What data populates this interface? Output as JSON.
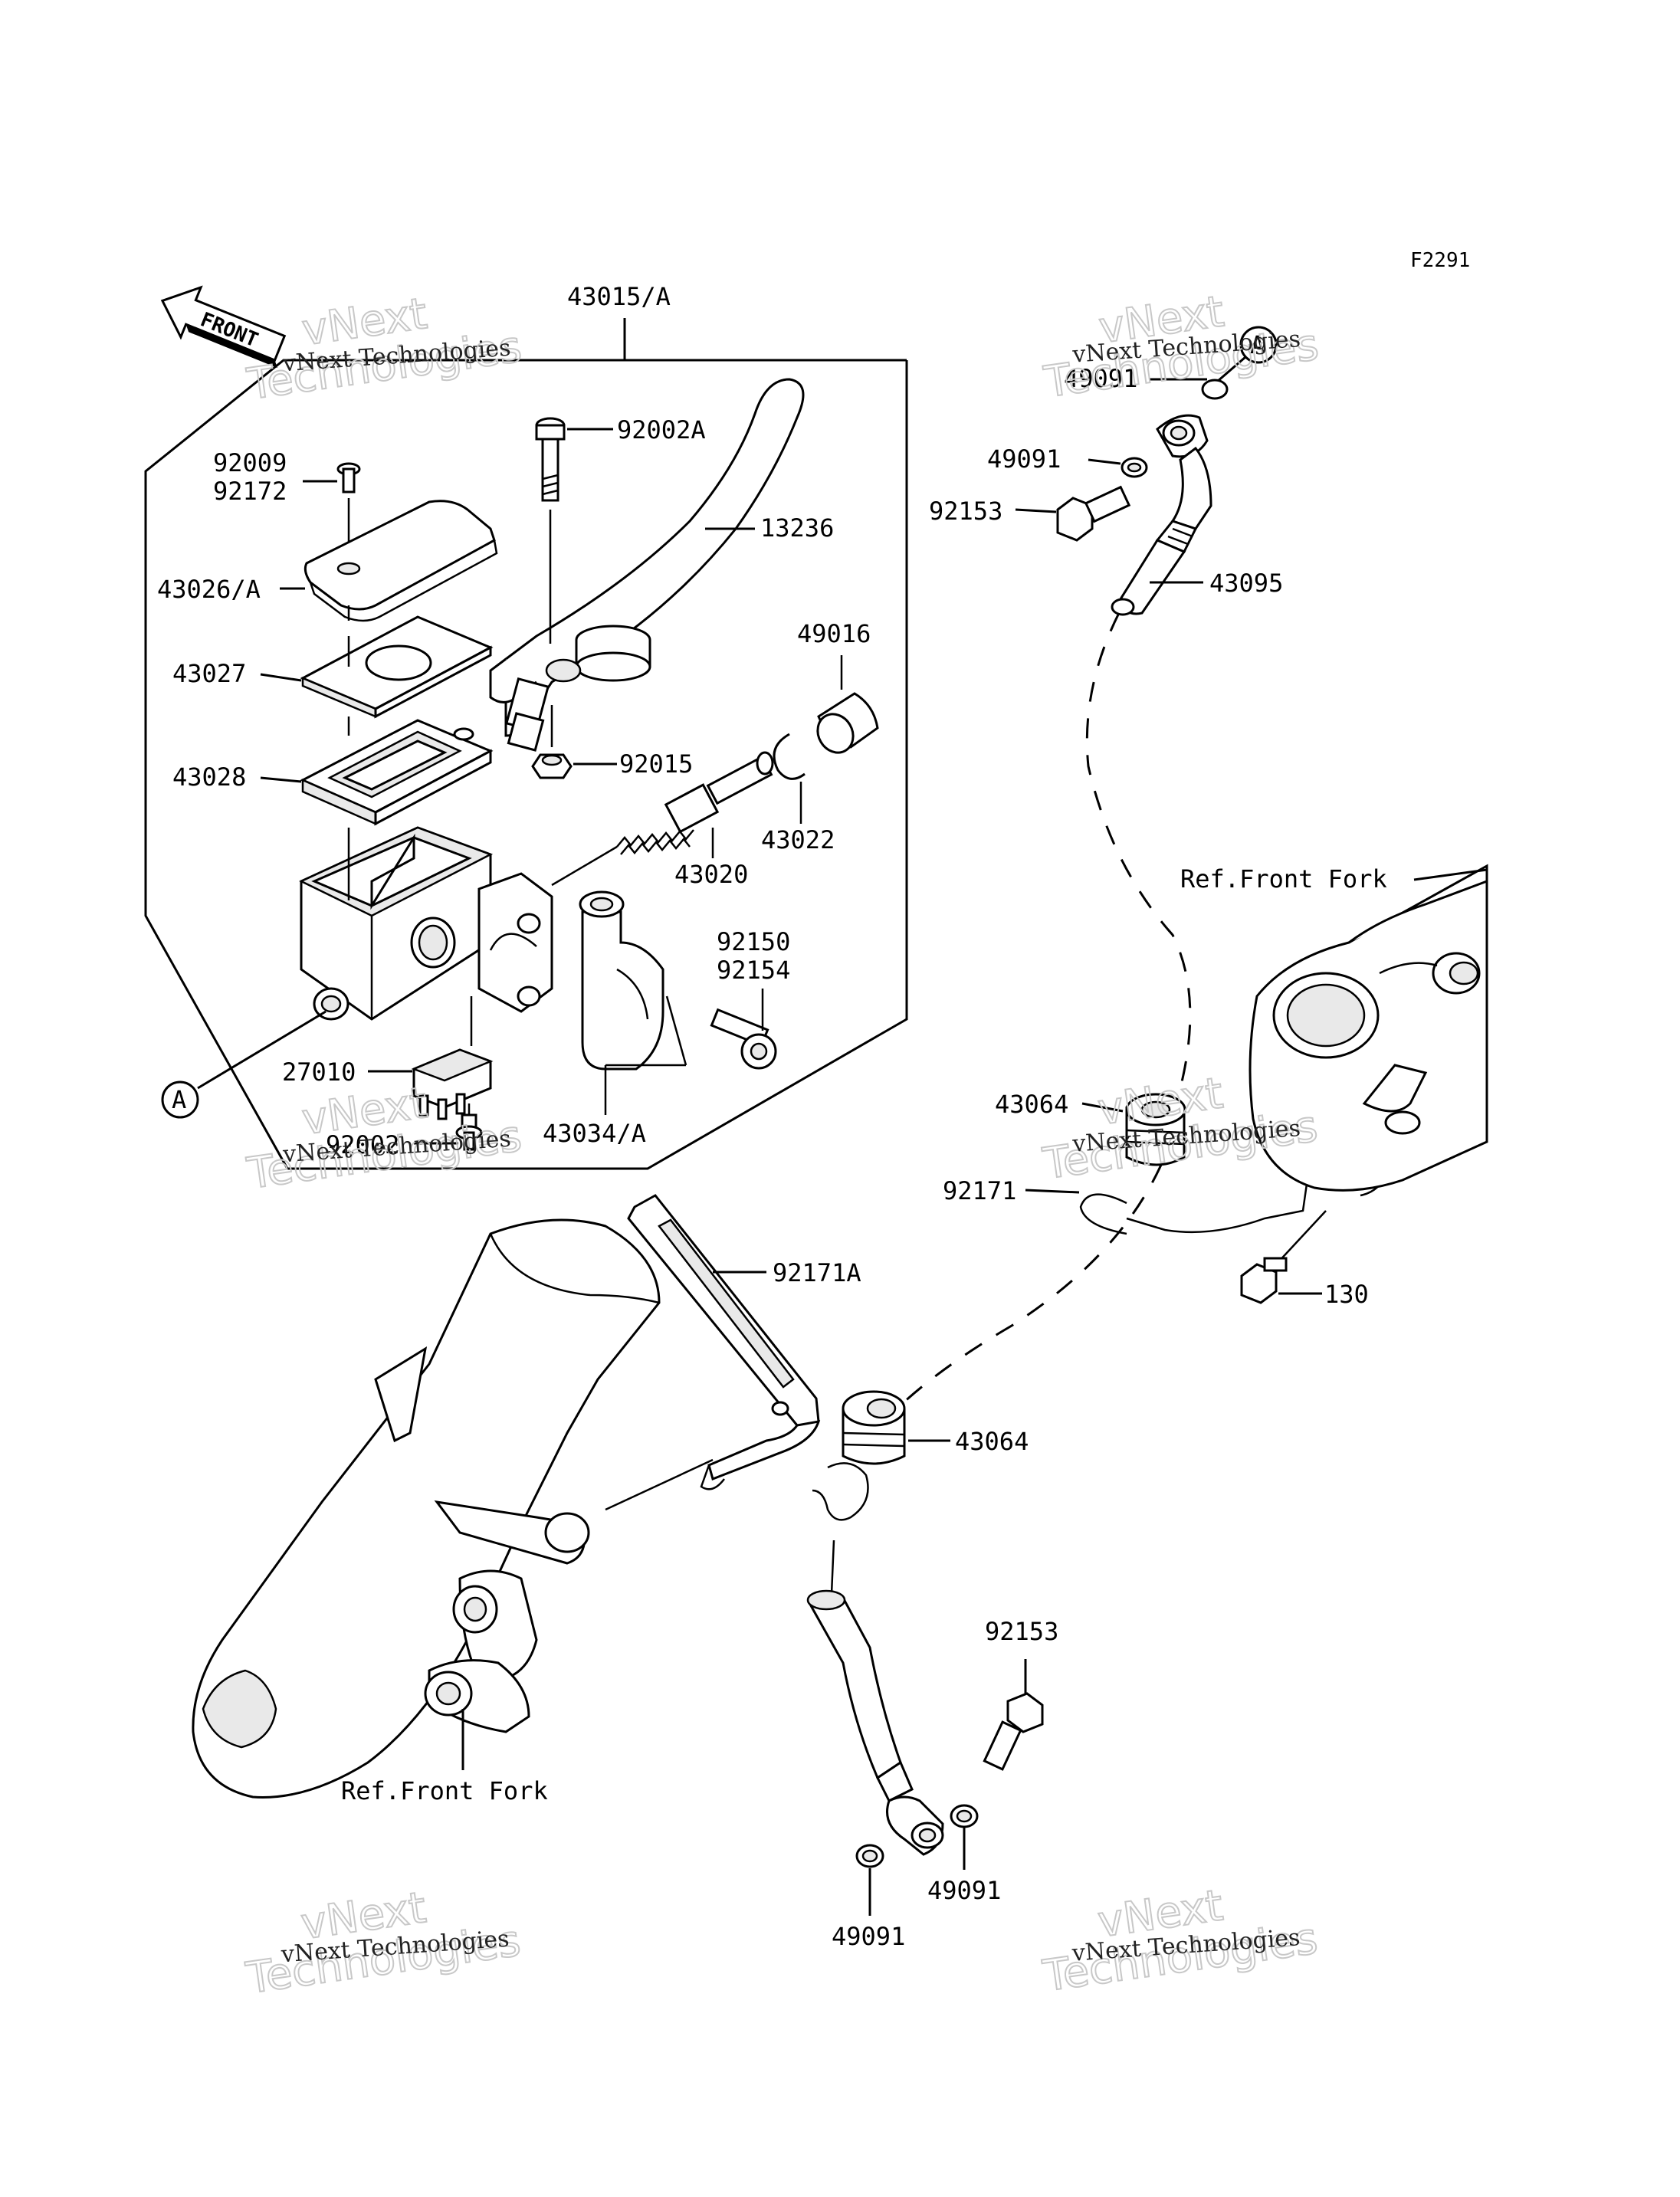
{
  "figure_code": "F2291",
  "front_marker": "FRONT",
  "callout_letter": "A",
  "ref_labels": {
    "front_fork_right": "Ref.Front Fork",
    "front_fork_left": "Ref.Front Fork"
  },
  "watermark": {
    "company": "vNext Technologies",
    "brand_line1": "vNext",
    "brand_line2": "Technologies"
  },
  "part_numbers": {
    "assembly": "43015/A",
    "bolt_pivot": "92002A",
    "lever": "13236",
    "screw_a": "92009",
    "screw_b": "92172",
    "cap": "43026/A",
    "plate": "43027",
    "diaphragm": "43028",
    "boot": "49016",
    "nut": "92015",
    "circlip": "43022",
    "piston": "43020",
    "bolt_a": "92150",
    "bolt_b": "92154",
    "switch": "27010",
    "screw_switch": "92002",
    "holder": "43034/A",
    "clamp_bracket": "92171A",
    "grommet_lower": "43064",
    "grommet_upper": "43064",
    "clamp": "92171",
    "bolt_clamp": "130",
    "washer_top_1": "49091",
    "washer_top_2": "49091",
    "banjo_top": "92153",
    "hose": "43095",
    "banjo_bottom": "92153",
    "washer_bottom_1": "49091",
    "washer_bottom_2": "49091"
  }
}
